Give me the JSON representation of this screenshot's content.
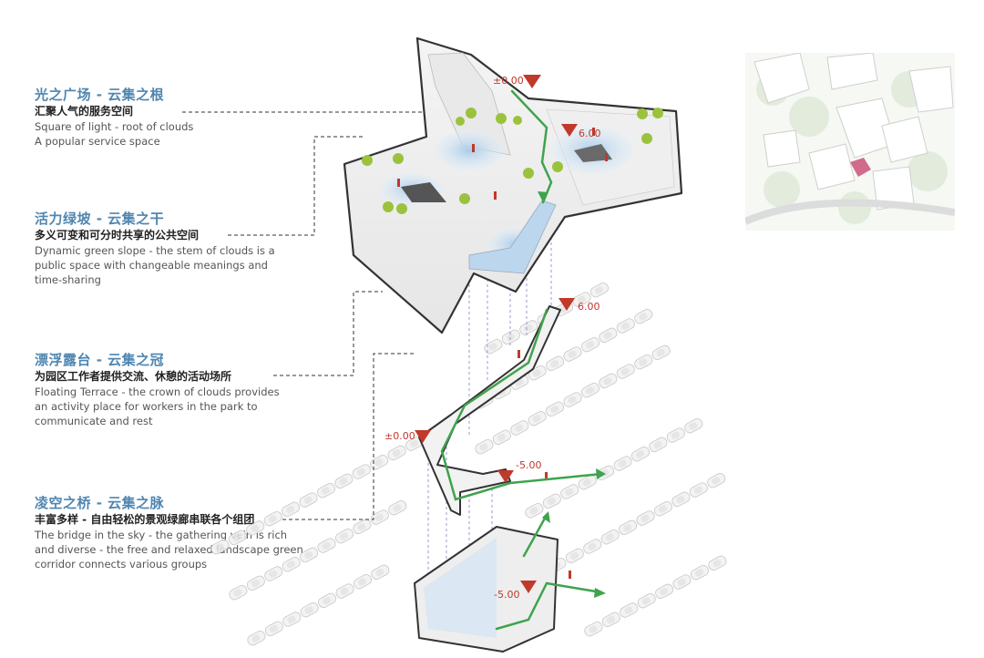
{
  "annotations": [
    {
      "title": "光之广场 - 云集之根",
      "subtitle": "汇聚人气的服务空间",
      "english": [
        "Square of light - root of clouds",
        "A popular service space"
      ]
    },
    {
      "title": "活力绿坡 - 云集之干",
      "subtitle": "多义可变和可分时共享的公共空间",
      "english": [
        "Dynamic green slope - the stem of clouds is a",
        "public space with changeable meanings and",
        "time-sharing"
      ]
    },
    {
      "title": "漂浮露台 - 云集之冠",
      "subtitle": "为园区工作者提供交流、休憩的活动场所",
      "english": [
        "Floating Terrace - the crown of clouds provides",
        "an activity place for workers in the park to",
        "communicate and rest"
      ]
    },
    {
      "title": "凌空之桥 - 云集之脉",
      "subtitle": "丰富多样 - 自由轻松的景观绿廊串联各个组团",
      "english": [
        "The bridge in the sky - the gathering vein is rich",
        "and diverse - the free and relaxed landscape green",
        "corridor connects various groups"
      ]
    }
  ],
  "elevations": {
    "top": "±0.00",
    "upper_right": "6.00",
    "mid": "6.00",
    "lower_left": "±0.00",
    "lower_mid": "-5.00",
    "bottom": "-5.00"
  },
  "colors": {
    "title_blue": "#4f86b0",
    "elevation_red": "#c0392b",
    "path_green": "#3fa34d",
    "outline": "#333333"
  }
}
